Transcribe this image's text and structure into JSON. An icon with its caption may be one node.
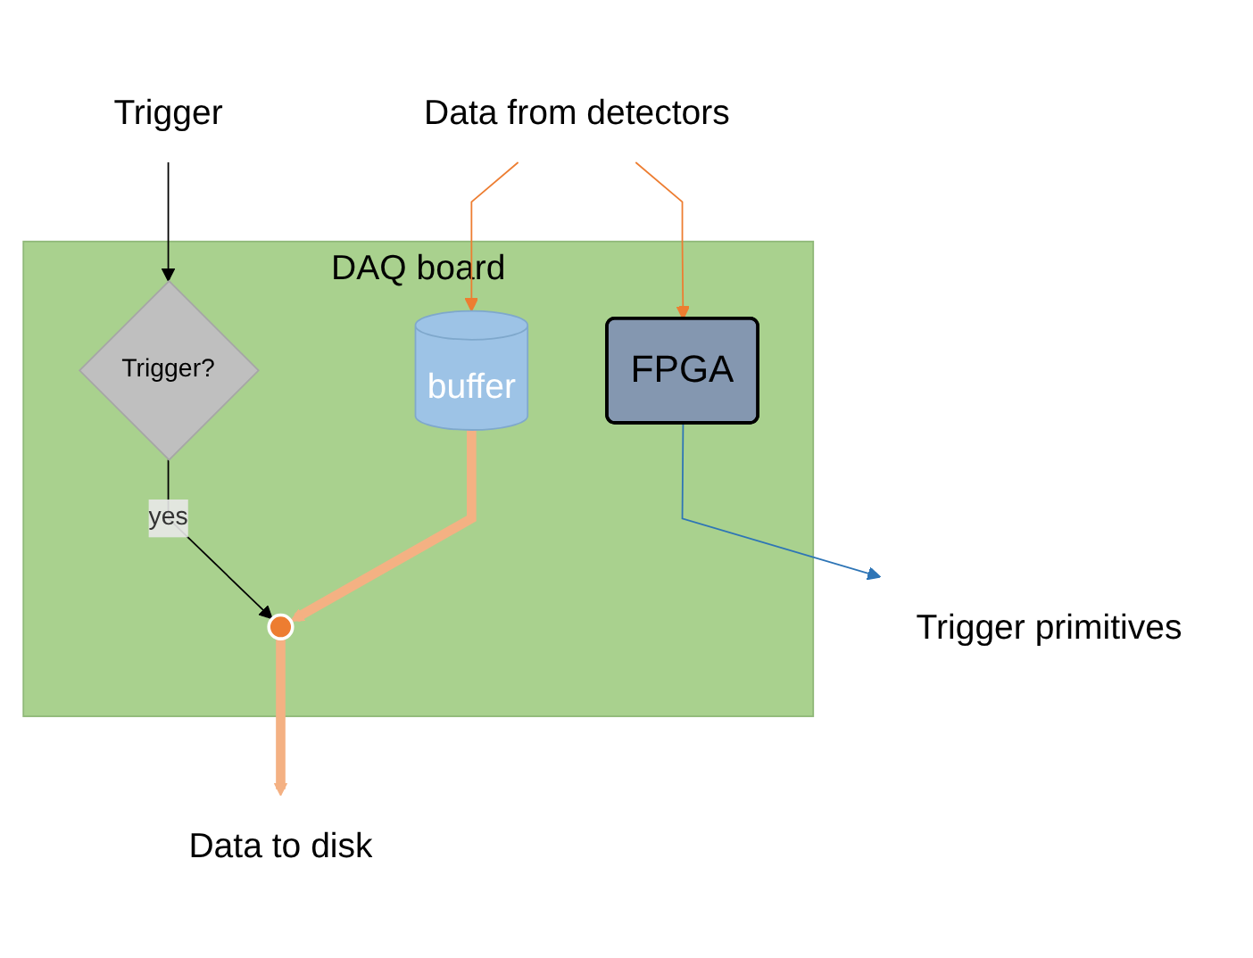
{
  "diagram": {
    "nodes": [
      {
        "text": [
          "Data from detectors"
        ]
      },
      {
        "text": [
          "DAQ board"
        ]
      },
      {
        "text": [
          "buffer"
        ],
        "in": 1
      },
      {
        "text": [
          "FPGA"
        ],
        "in": 1
      },
      {
        "text": [
          "Trigger?"
        ],
        "in": 1
      },
      {
        "text": [],
        "shape": "circle",
        "in": 1
      },
      {
        "text": [
          "Trigger"
        ]
      },
      {
        "text": [
          "Data to disk"
        ]
      },
      {
        "text": [
          "Trigger primitives"
        ]
      }
    ],
    "edges": [
      {
        "from": 0,
        "to": 2,
        "arrow": "to",
        "color": "#ed7d31"
      },
      {
        "from": 0,
        "to": 3,
        "arrow": "to",
        "color": "#ed7d31"
      },
      {
        "from": 6,
        "to": 4,
        "arrow": "to",
        "color": "#000000"
      },
      {
        "from": 4,
        "to": 5,
        "arrow": "to",
        "label": "yes",
        "color": "#000000"
      },
      {
        "from": 2,
        "to": 5,
        "arrow": "to",
        "style": "thick",
        "color": "#f4b183"
      },
      {
        "from": 5,
        "to": 7,
        "arrow": "to",
        "style": "thick",
        "color": "#f4b183"
      },
      {
        "from": 3,
        "to": 8,
        "arrow": "to",
        "color": "#2e75b6"
      }
    ]
  }
}
